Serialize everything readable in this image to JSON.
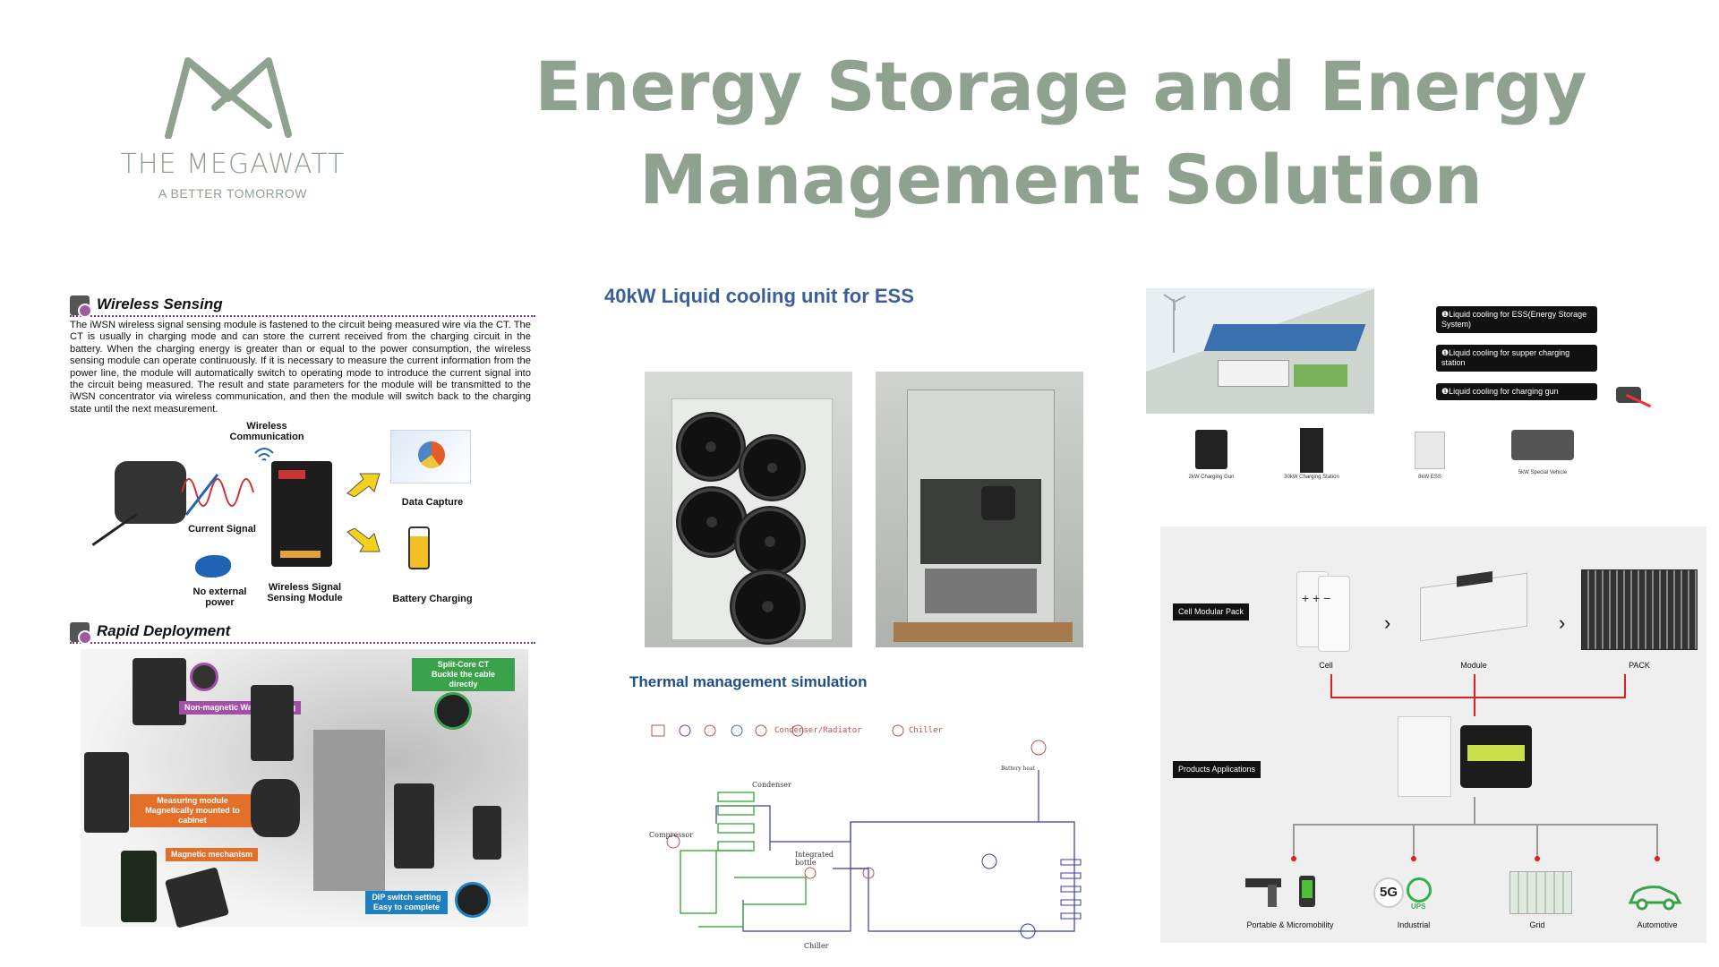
{
  "header": {
    "brand": "THE MEGAWATT",
    "tagline": "A BETTER TOMORROW",
    "title_line1": "Energy Storage and Energy",
    "title_line2": "Management Solution"
  },
  "wireless": {
    "heading": "Wireless Sensing",
    "body": "The iWSN wireless signal sensing module is fastened to the circuit being measured wire via the CT. The CT is usually in charging mode and can store the current received from the charging circuit in the battery. When the charging energy is greater than or equal to the power consumption, the wireless sensing module can operate continuously. If it is necessary to measure the current information from the power line, the module will automatically switch to operating mode to introduce the current signal into the circuit being measured. The result and state parameters for the module will be transmitted to the iWSN concentrator via wireless communication, and then the module will switch back to the charging state until the next measurement.",
    "labels": {
      "wireless_comm": "Wireless Communication",
      "current_signal": "Current Signal",
      "data_capture": "Data Capture",
      "battery_charging": "Battery Charging",
      "no_external_power": "No external power",
      "wss_module": "Wireless Signal Sensing Module"
    }
  },
  "rapid": {
    "heading": "Rapid Deployment",
    "tags": {
      "wall": "Non-magnetic Wall mounting",
      "split_core": "Split-Core CT",
      "buckle": "Buckle the cable directly",
      "measuring": "Measuring module",
      "magnetically": "Magnetically mounted to cabinet",
      "magnetic_mech": "Magnetic mechanism",
      "dip": "DIP switch setting",
      "easy": "Easy to complete"
    }
  },
  "cooling": {
    "title": "40kW Liquid cooling unit for ESS",
    "thermal_title": "Thermal management simulation",
    "legend": [
      "Condenser/Radiator",
      "Chiller"
    ],
    "labels": {
      "condenser": "Condenser",
      "compressor": "Compressor",
      "integrated": "Integrated bottle",
      "chiller": "Chiller",
      "battery_heat": "Battery heat"
    }
  },
  "applications": {
    "items": [
      "❶Liquid cooling for ESS(Energy Storage System)",
      "❶Liquid cooling for supper charging station",
      "❶Liquid cooling for charging gun"
    ],
    "products": [
      "2kW Charging Gun",
      "30kW Charging Station",
      "8kW ESS",
      "5kW Special Vehicle"
    ]
  },
  "modular": {
    "cell_pack_label": "Cell Modular Pack",
    "cell": "Cell",
    "module": "Module",
    "pack": "PACK",
    "products_label": "Products Applications",
    "apps": [
      "Portable & Micromobility",
      "Industrial",
      "Grid",
      "Automotive"
    ],
    "fiveg": "5G",
    "ups": "UPS"
  },
  "colors": {
    "brand_green": "#8fa290",
    "heading_blue": "#3a5f9a",
    "accent_orange": "#e36f2a",
    "accent_purple": "#a34fa6"
  }
}
